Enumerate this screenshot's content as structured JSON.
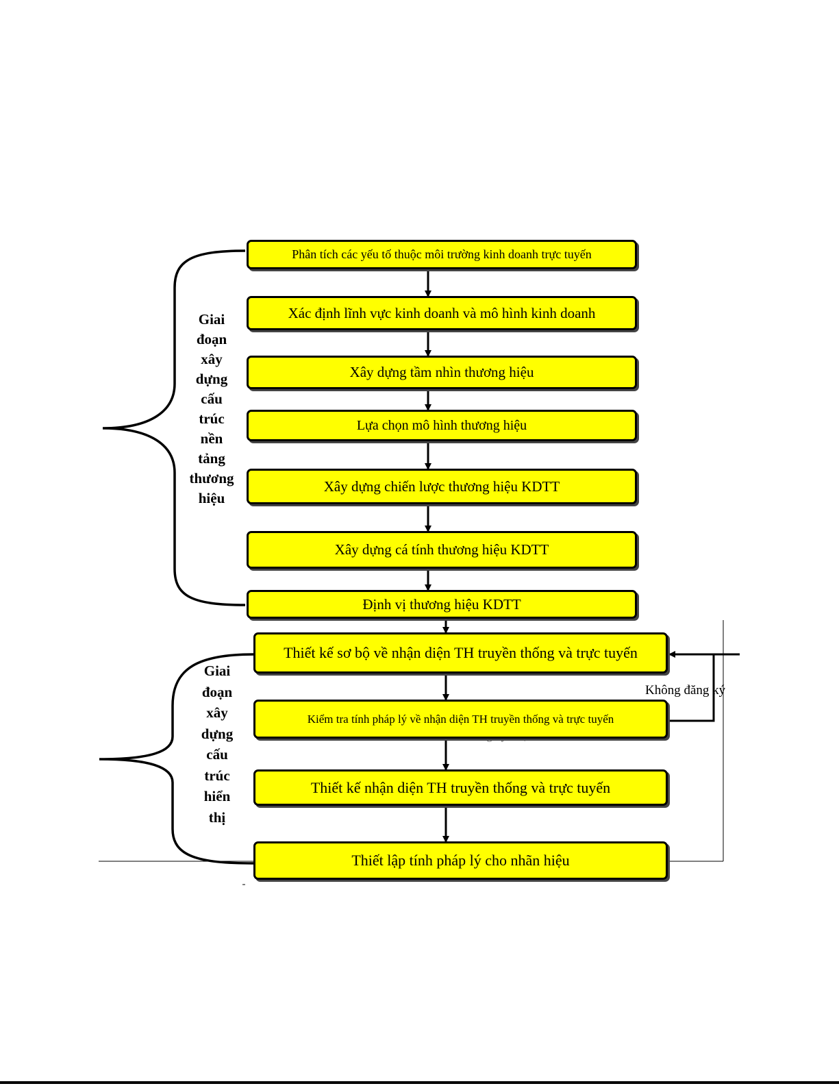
{
  "flowchart": {
    "steps": [
      "Phân tích các yếu tố thuộc môi trường kinh doanh trực tuyến",
      "Xác định lĩnh vực kinh doanh và mô hình kinh doanh",
      "Xây dựng tầm nhìn thương hiệu",
      "Lựa chọn mô hình thương hiệu",
      "Xây dựng chiến lược thương hiệu KDTT",
      "Xây dựng cá tính thương hiệu KDTT",
      "Định vị thương hiệu KDTT",
      "Thiết kế sơ bộ về nhận diện TH truyền thống và trực tuyến",
      "Kiểm tra tính pháp lý về nhận diện TH truyền thống và trực tuyến",
      "Thiết kế nhận diện TH truyền thống và trực tuyến",
      "Thiết lập tính pháp lý cho nhãn hiệu"
    ],
    "phases": [
      {
        "lines": [
          "Giai",
          "đoạn",
          "xây",
          "dựng",
          "cấu",
          "trúc",
          "nền",
          "tảng",
          "thương",
          "hiệu"
        ]
      },
      {
        "lines": [
          "Giai",
          "đoạn",
          "xây",
          "dựng",
          "cấu",
          "trúc",
          "hiển",
          "thị"
        ]
      }
    ],
    "loop_label": "Không đăng ký",
    "hidden_label": "Đăng ký được"
  },
  "colors": {
    "box_fill": "#ffff00",
    "stroke": "#000000"
  }
}
